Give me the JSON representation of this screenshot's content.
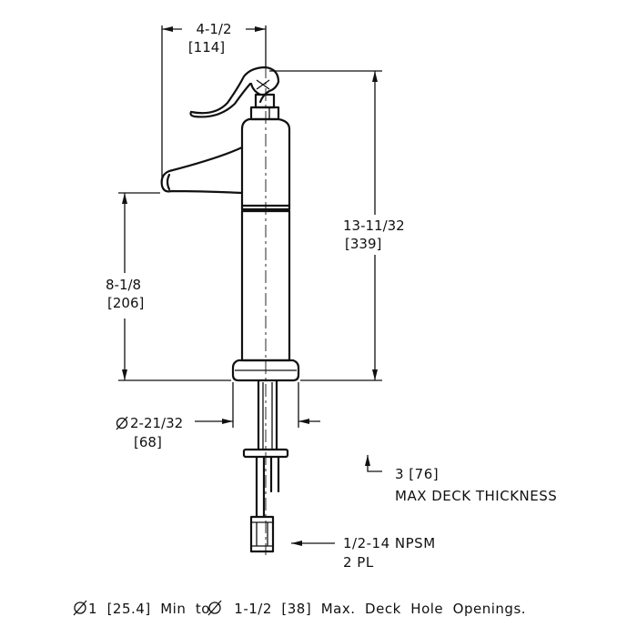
{
  "dimensions": {
    "spout_reach": {
      "imperial": "4-1/2",
      "metric": "[114]"
    },
    "overall_height": {
      "imperial": "13-11/32",
      "metric": "[339]"
    },
    "spout_height": {
      "imperial": "8-1/8",
      "metric": "[206]"
    },
    "base_diameter": {
      "imperial": "2-21/32",
      "metric": "[68]"
    }
  },
  "notes": {
    "deck_thickness_value": "3  [76]",
    "deck_thickness_label": "MAX DECK THICKNESS",
    "thread_spec": "1/2-14  NPSM",
    "thread_qty": "2  PL",
    "deck_hole": "1  [25.4]  Min  to     1-1/2  [38]  Max.  Deck  Hole  Openings."
  }
}
